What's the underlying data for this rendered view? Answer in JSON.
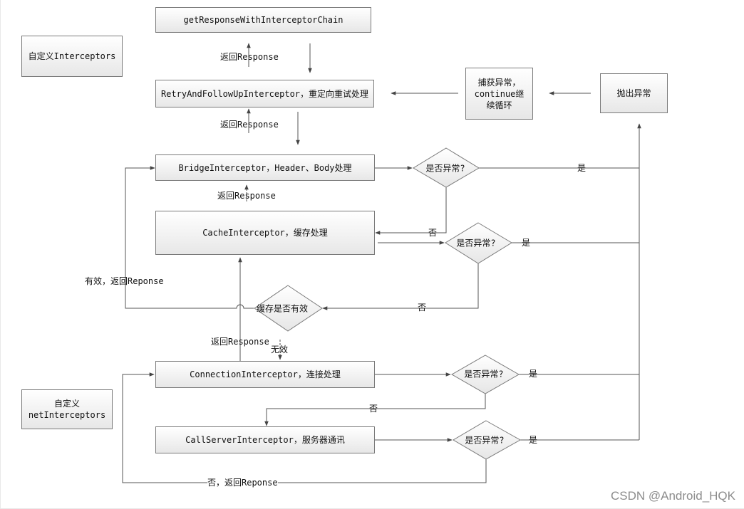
{
  "boxes": {
    "get_response": "getResponseWithInterceptorChain",
    "retry": "RetryAndFollowUpInterceptor，重定向重试处理",
    "bridge": "BridgeInterceptor，Header、Body处理",
    "cache": "CacheInterceptor，缓存处理",
    "connection": "ConnectionInterceptor，连接处理",
    "call_server": "CallServerInterceptor，服务器通讯",
    "custom_interceptors": "自定义Interceptors",
    "custom_net_line1": "自定义",
    "custom_net_line2": "netInterceptors",
    "catch_line1": "捕获异常，",
    "catch_line2": "continue继",
    "catch_line3": "续循环",
    "throw": "抛出异常"
  },
  "decisions": {
    "exception": "是否异常?",
    "cache_valid": "缓存是否有效"
  },
  "labels": {
    "return_response": "返回Response",
    "yes": "是",
    "no": "否",
    "valid_return": "有效，返回Reponse",
    "invalid": "无效",
    "no_return": "否，返回Reponse"
  },
  "watermark": "CSDN @Android_HQK"
}
